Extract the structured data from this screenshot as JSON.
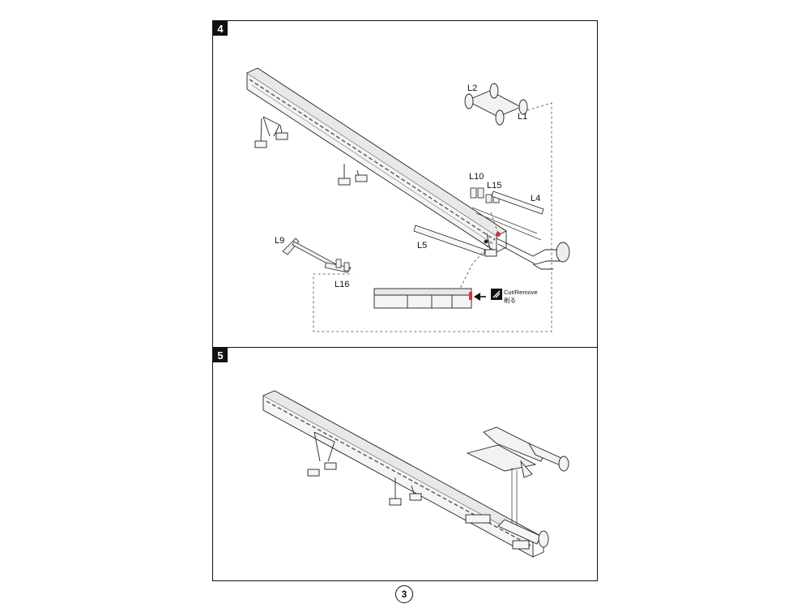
{
  "steps": [
    {
      "number": "4"
    },
    {
      "number": "5"
    }
  ],
  "callouts": {
    "l1": "L1",
    "l2": "L2",
    "l4": "L4",
    "l5": "L5",
    "l9": "L9",
    "l10": "L10",
    "l15": "L15",
    "l16": "L16"
  },
  "cut_note": {
    "en": "Cut/Remove",
    "jp": "削る",
    "icon": "knife-cut-icon"
  },
  "page_number": "3"
}
